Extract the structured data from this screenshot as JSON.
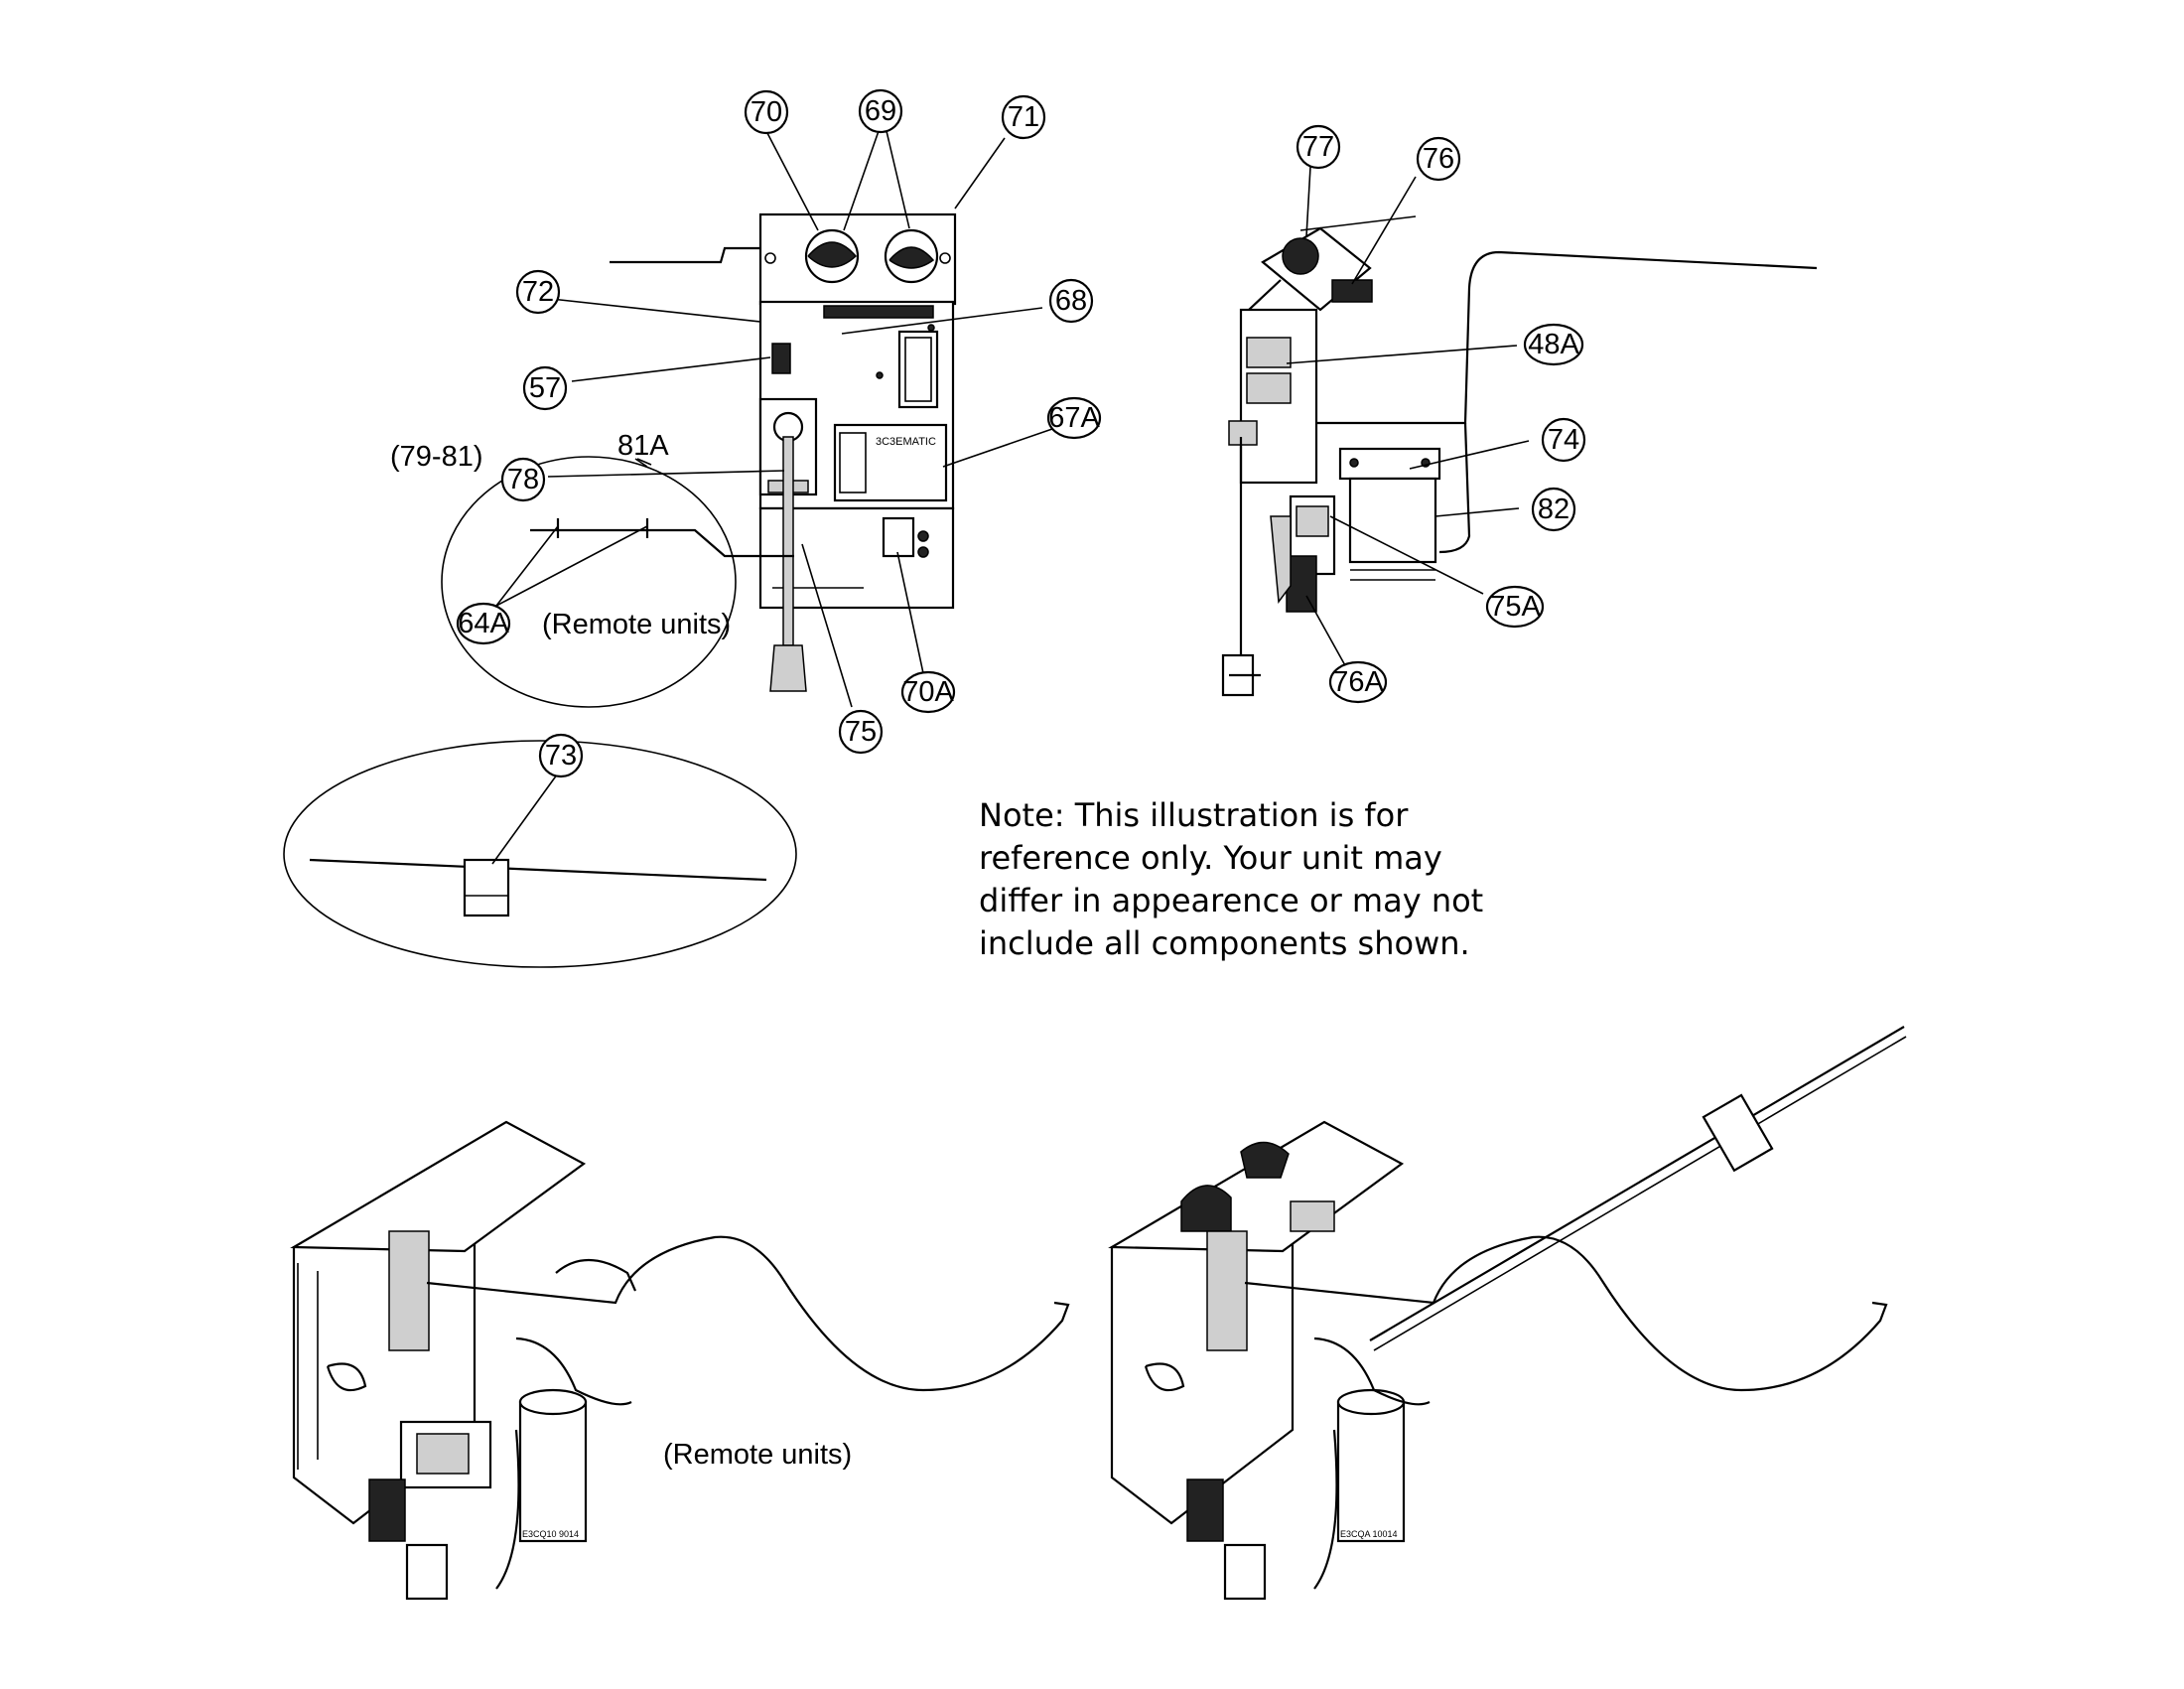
{
  "callouts": {
    "c70": "70",
    "c69": "69",
    "c71": "71",
    "c72": "72",
    "c68": "68",
    "c57": "57",
    "c67a": "67A",
    "c78": "78",
    "c64a": "64A",
    "c75": "75",
    "c70a": "70A",
    "c73": "73",
    "c77": "77",
    "c76": "76",
    "c48a": "48A",
    "c74": "74",
    "c82": "82",
    "c75a": "75A",
    "c76a": "76A"
  },
  "labels": {
    "range_79_81": "(79-81)",
    "part_81a": "81A",
    "remote_units_top": "(Remote units)",
    "remote_units_bottom": "(Remote units)",
    "panel_brand": "3C3EMATIC"
  },
  "note": {
    "line1": "Note: This illustration is for",
    "line2": "reference only. Your unit may",
    "line3": "differ in appearence or may not",
    "line4": "include all components shown."
  }
}
